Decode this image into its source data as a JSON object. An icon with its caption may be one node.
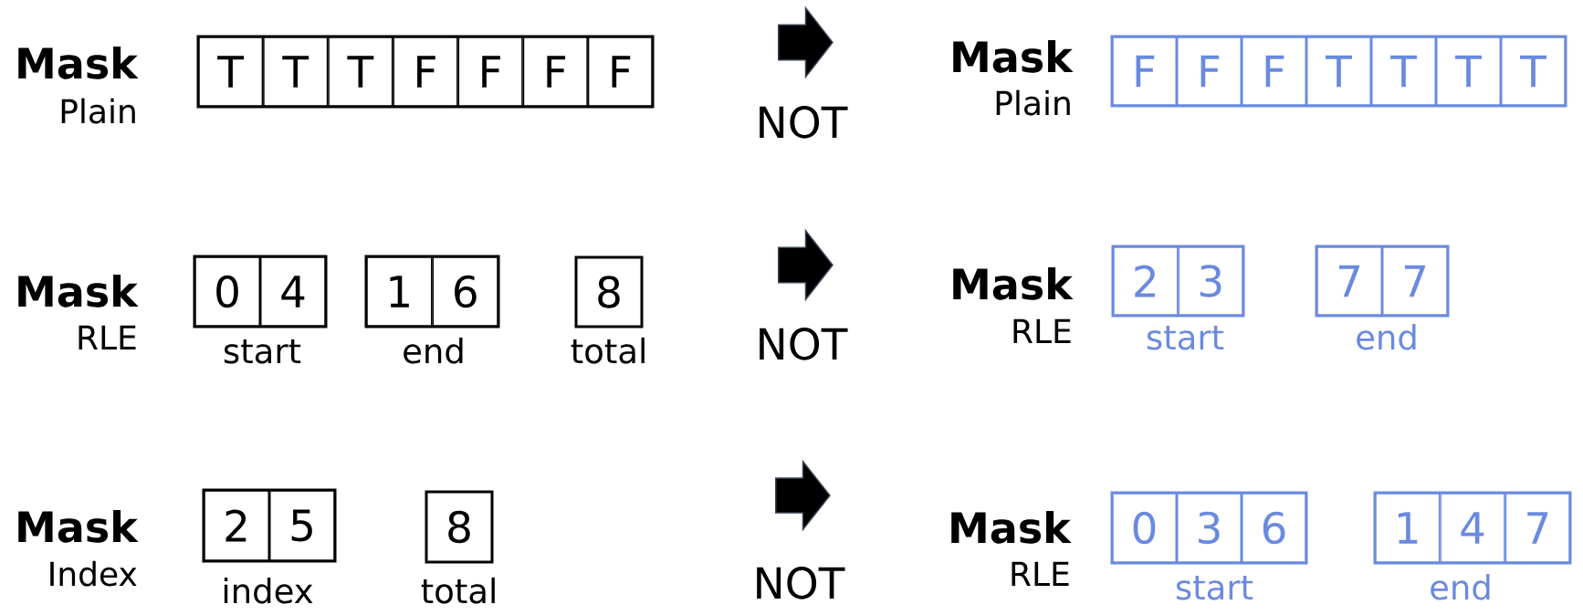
{
  "diagram": {
    "nodes": [
      {
        "text": [],
        "shape": "box"
      },
      {
        "text": [
          "T"
        ],
        "in": 0
      },
      {
        "text": [
          "T"
        ],
        "in": 0
      },
      {
        "text": [
          "T"
        ],
        "in": 0
      },
      {
        "text": [
          "F"
        ],
        "in": 0
      },
      {
        "text": [
          "F"
        ],
        "in": 0
      },
      {
        "text": [
          "F"
        ],
        "in": 0
      },
      {
        "text": [
          "F"
        ],
        "in": 0
      },
      {
        "text": [],
        "shape": "arrow",
        "beside": [
          "NOT"
        ]
      },
      {
        "text": [],
        "shape": "box"
      },
      {
        "text": [
          "F"
        ],
        "in": 9
      },
      {
        "text": [
          "F"
        ],
        "in": 9
      },
      {
        "text": [
          "F"
        ],
        "in": 9
      },
      {
        "text": [
          "T"
        ],
        "in": 9
      },
      {
        "text": [
          "T"
        ],
        "in": 9
      },
      {
        "text": [
          "T"
        ],
        "in": 9
      },
      {
        "text": [
          "T"
        ],
        "in": 9
      },
      {
        "text": [],
        "shape": "box",
        "beside": [
          "start"
        ]
      },
      {
        "text": [
          "0"
        ],
        "in": 17
      },
      {
        "text": [
          "4"
        ],
        "in": 17
      },
      {
        "text": [],
        "shape": "box",
        "beside": [
          "end"
        ]
      },
      {
        "text": [
          "1"
        ],
        "in": 20
      },
      {
        "text": [
          "6"
        ],
        "in": 20
      },
      {
        "text": [
          "8"
        ],
        "beside": [
          "total"
        ]
      },
      {
        "text": [],
        "shape": "arrow",
        "beside": [
          "NOT"
        ]
      },
      {
        "text": [],
        "shape": "box",
        "beside": [
          "start"
        ]
      },
      {
        "text": [
          "2"
        ],
        "in": 25
      },
      {
        "text": [
          "3"
        ],
        "in": 25
      },
      {
        "text": [],
        "shape": "box",
        "beside": [
          "end"
        ]
      },
      {
        "text": [
          "7"
        ],
        "in": 28
      },
      {
        "text": [
          "7"
        ],
        "in": 28
      },
      {
        "text": [],
        "shape": "box",
        "beside": [
          "index"
        ]
      },
      {
        "text": [
          "2"
        ],
        "in": 31
      },
      {
        "text": [
          "5"
        ],
        "in": 31
      },
      {
        "text": [
          "8"
        ],
        "beside": [
          "total"
        ]
      },
      {
        "text": [],
        "shape": "arrow",
        "beside": [
          "NOT"
        ]
      },
      {
        "text": [],
        "shape": "box",
        "beside": [
          "start"
        ]
      },
      {
        "text": [
          "0"
        ],
        "in": 36
      },
      {
        "text": [
          "3"
        ],
        "in": 36
      },
      {
        "text": [
          "6"
        ],
        "in": 36
      },
      {
        "text": [],
        "shape": "box",
        "beside": [
          "end"
        ]
      },
      {
        "text": [
          "1"
        ],
        "in": 40
      },
      {
        "text": [
          "4"
        ],
        "in": 40
      },
      {
        "text": [
          "7"
        ],
        "in": 40
      }
    ],
    "labels": [
      "Mask",
      "Plain",
      "Mask",
      "Plain",
      "Mask",
      "RLE",
      "Mask",
      "RLE",
      "Mask",
      "Index",
      "Mask",
      "RLE"
    ]
  }
}
